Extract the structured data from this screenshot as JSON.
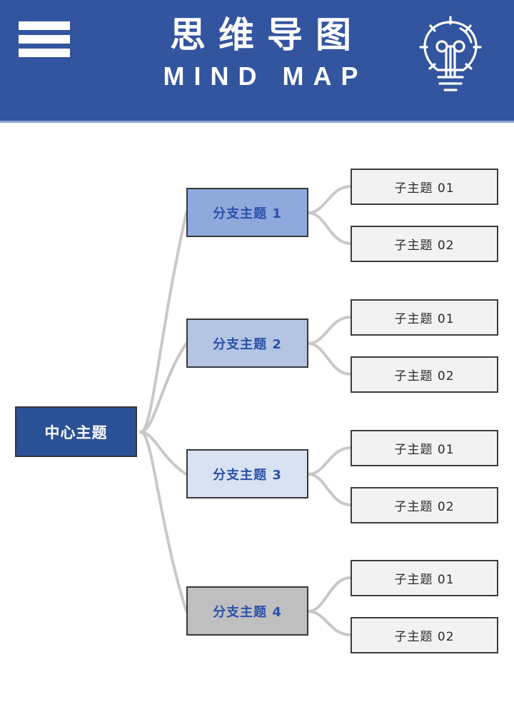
{
  "header": {
    "menu_icon": "hamburger-menu-icon",
    "title_cn": "思维导图",
    "title_en": "MIND MAP",
    "bulb_icon": "lightbulb-idea-icon",
    "background_color": "#33549f",
    "text_color": "#ffffff",
    "accent_border_color": "#8fa6d4"
  },
  "mindmap": {
    "central": {
      "label": "中心主题",
      "fill": "#2b5196",
      "text_color": "#ffffff",
      "border_color": "#37383a"
    },
    "link_color": "#c8c8c8",
    "branches": [
      {
        "label": "分支主题 1",
        "fill": "#8fa9dc",
        "text_color": "#2b51a8",
        "border_color": "#37383a",
        "children": [
          {
            "label": "子主题 01",
            "fill": "#f2f2f2",
            "text_color": "#2a2a2a"
          },
          {
            "label": "子主题 02",
            "fill": "#f2f2f2",
            "text_color": "#2a2a2a"
          }
        ]
      },
      {
        "label": "分支主题 2",
        "fill": "#b4c5e4",
        "text_color": "#2b51a8",
        "border_color": "#37383a",
        "children": [
          {
            "label": "子主题 01",
            "fill": "#f2f2f2",
            "text_color": "#2a2a2a"
          },
          {
            "label": "子主题 02",
            "fill": "#f2f2f2",
            "text_color": "#2a2a2a"
          }
        ]
      },
      {
        "label": "分支主题 3",
        "fill": "#d9e2f3",
        "text_color": "#2b51a8",
        "border_color": "#37383a",
        "children": [
          {
            "label": "子主题 01",
            "fill": "#f2f2f2",
            "text_color": "#2a2a2a"
          },
          {
            "label": "子主题 02",
            "fill": "#f2f2f2",
            "text_color": "#2a2a2a"
          }
        ]
      },
      {
        "label": "分支主题 4",
        "fill": "#bfbfbf",
        "text_color": "#2b51a8",
        "border_color": "#37383a",
        "children": [
          {
            "label": "子主题 01",
            "fill": "#f2f2f2",
            "text_color": "#2a2a2a"
          },
          {
            "label": "子主题 02",
            "fill": "#f2f2f2",
            "text_color": "#2a2a2a"
          }
        ]
      }
    ]
  }
}
